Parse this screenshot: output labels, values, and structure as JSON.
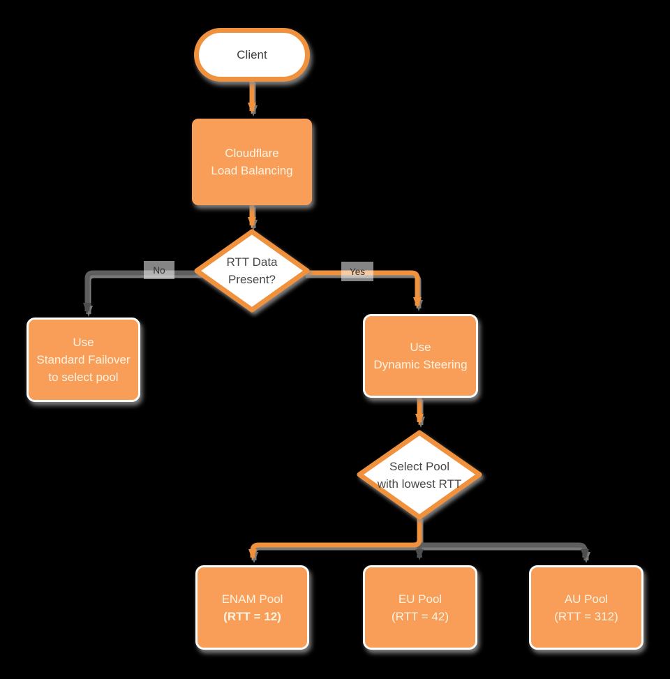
{
  "diagram": {
    "background_color": "#000000",
    "colors": {
      "node_fill": "#F89E58",
      "node_stroke": "#F0913D",
      "active_path": "#F0913D",
      "alt_path_line": "#5E5E5E",
      "arrowhead_gray": "#4E4E4E",
      "shadow": "#8E8E8E",
      "text_on_orange": "#FCF3E3",
      "text_dark": "#484848"
    }
  },
  "nodes": {
    "client": {
      "label": "Client",
      "shape": "terminator"
    },
    "cloudflare_lb": {
      "label": "Cloudflare\nLoad Balancing",
      "shape": "process"
    },
    "rtt_present": {
      "label": "RTT Data\nPresent?",
      "shape": "decision"
    },
    "standard_failover": {
      "label": "Use\nStandard Failover\nto select pool",
      "shape": "process"
    },
    "dynamic_steering": {
      "label": "Use\nDynamic Steering",
      "shape": "process"
    },
    "select_pool": {
      "label": "Select Pool\nwith lowest RTT",
      "shape": "decision"
    },
    "enam_pool": {
      "line1": "ENAM Pool",
      "line2": "(RTT = 12)",
      "shape": "process"
    },
    "eu_pool": {
      "line1": "EU Pool",
      "line2": "(RTT = 42)",
      "shape": "process"
    },
    "au_pool": {
      "line1": "AU Pool",
      "line2": "(RTT = 312)",
      "shape": "process"
    }
  },
  "edges": {
    "no_label": "No",
    "yes_label": "Yes"
  }
}
